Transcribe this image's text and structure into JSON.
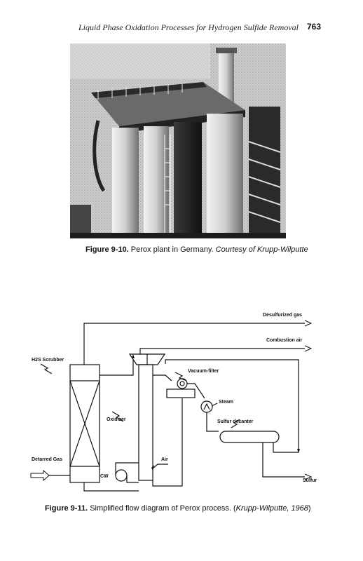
{
  "header": {
    "running_title": "Liquid Phase Oxidation Processes for Hydrogen Sulfide Removal",
    "page_number": "763"
  },
  "figure1": {
    "label": "Figure 9-10.",
    "caption": " Perox plant in Germany. ",
    "credit": "Courtesy of Krupp-Wilputte"
  },
  "figure2": {
    "label": "Figure 9-11.",
    "caption": " Simplified flow diagram of Perox process. (",
    "credit": "Krupp-Wilputte, 1968",
    "caption_end": ")",
    "labels": {
      "desulfurized_gas": "Desulfurized gas",
      "combustion_air": "Combustion air",
      "h2s_scrubber": "H2S Scrubber",
      "vacuum_filter": "Vacuum-filter",
      "steam": "Steam",
      "oxidizer": "Oxidizer",
      "sulfur_decanter": "Sulfur decanter",
      "detarred_gas": "Detarred Gas",
      "air": "Air",
      "cw": "CW",
      "sulfur": "Sulfur"
    }
  }
}
